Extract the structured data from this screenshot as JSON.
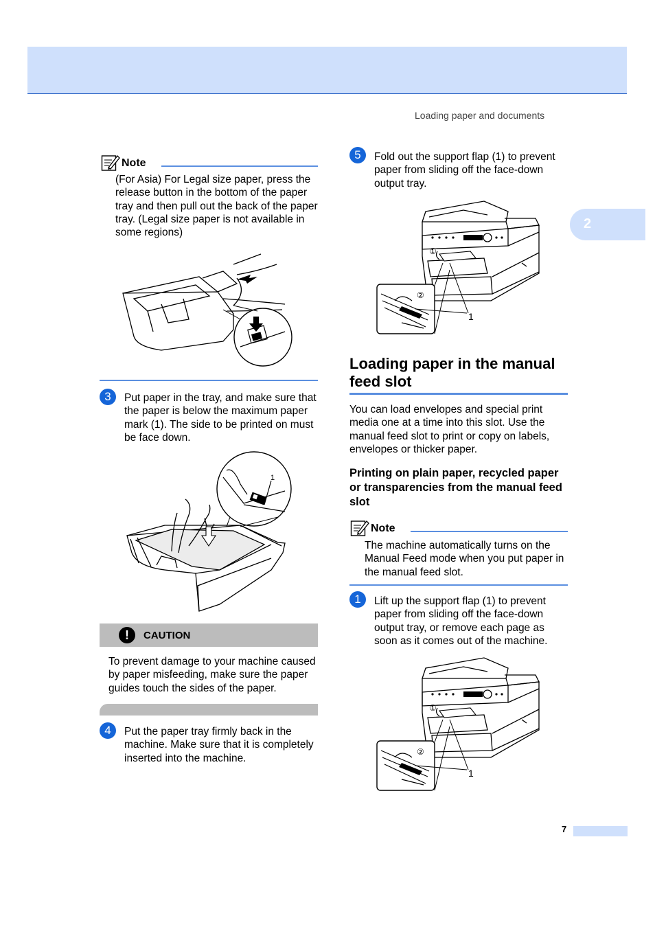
{
  "header": {
    "running_head": "Loading paper and documents",
    "chapter_number": "2"
  },
  "left_column": {
    "note1": {
      "label": "Note",
      "text": "(For Asia) For Legal size paper, press the release button in the bottom of the paper tray and then pull out the back of the paper tray. (Legal size paper is not available in some regions)"
    },
    "step3": {
      "number": "3",
      "text": "Put paper in the tray, and make sure that the paper is below the maximum paper mark (1). The side to be printed on must be face down.",
      "callout": "1"
    },
    "caution": {
      "icon": "!",
      "label": "CAUTION",
      "text": "To prevent damage to your machine caused by paper misfeeding, make sure the paper guides touch the sides of the paper."
    },
    "step4": {
      "number": "4",
      "text": "Put the paper tray firmly back in the machine. Make sure that it is completely inserted into the machine."
    }
  },
  "right_column": {
    "step5": {
      "number": "5",
      "text": "Fold out the support flap (1) to prevent paper from sliding off the face-down output tray.",
      "callout_1": "1",
      "circ_1": "①",
      "circ_2": "②"
    },
    "section_title": "Loading paper in the manual feed slot",
    "section_intro": "You can load envelopes and special print media one at a time into this slot. Use the manual feed slot to print or copy on labels, envelopes or thicker paper.",
    "subsection_title": "Printing on plain paper, recycled paper or transparencies from the manual feed slot",
    "note2": {
      "label": "Note",
      "text": "The machine automatically turns on the Manual Feed mode when you put paper in the manual feed slot."
    },
    "step1": {
      "number": "1",
      "text": "Lift up the support flap (1) to prevent paper from sliding off the face-down output tray, or remove each page as soon as it comes out of the machine.",
      "callout_1": "1",
      "circ_1": "①",
      "circ_2": "②"
    }
  },
  "footer": {
    "page_number": "7"
  },
  "colors": {
    "accent": "#1565d8",
    "band": "#cfe0fc",
    "rule": "#5b8fe0",
    "caution_gray": "#bcbcbc"
  }
}
